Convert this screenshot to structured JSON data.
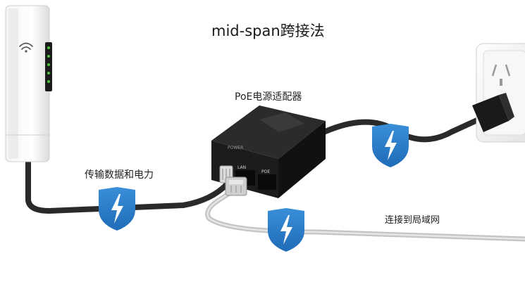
{
  "title": "mid-span跨接法",
  "labels": {
    "poe_adapter": "PoE电源适配器",
    "data_and_power": "传输数据和电力",
    "to_lan": "连接到局域网"
  },
  "adapter_ports": {
    "port_a": "LAN",
    "port_b": "POE"
  },
  "adapter_brand": "POWER",
  "icons": [
    "access-point-icon",
    "wifi-icon",
    "poe-adapter-icon",
    "power-outlet-icon",
    "power-plug-icon",
    "lightning-shield-icon"
  ],
  "colors": {
    "shield": "#1f73c2",
    "shield_light": "#3a8fd9",
    "cable_dark": "#2a2a2a",
    "cable_gray": "#bdbdbd",
    "adapter_body": "#1c1c1c",
    "led_green": "#4cc23a"
  }
}
